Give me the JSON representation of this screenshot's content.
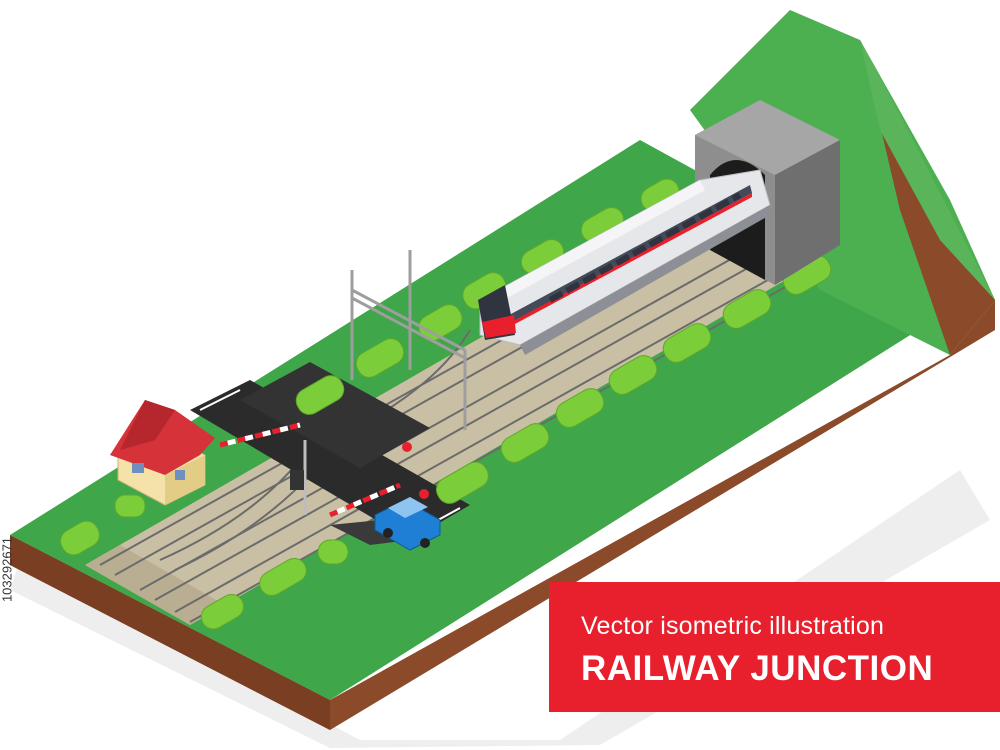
{
  "banner": {
    "subtitle": "Vector isometric illustration",
    "title": "RAILWAY JUNCTION",
    "background": "#e8202d"
  },
  "side_id": "103292671",
  "colors": {
    "grass": "#3fa64a",
    "soil": "#8b4a2a",
    "gravel": "#c9bfa4",
    "road": "#2b2b2b",
    "bush": "#7ccd3a",
    "train_body": "#e6e7ea",
    "train_stripe": "#e8202d",
    "tunnel": "#8e8e8e",
    "car": "#1e7fd4",
    "house_roof": "#d6323a",
    "house_wall": "#f4e2a8"
  }
}
